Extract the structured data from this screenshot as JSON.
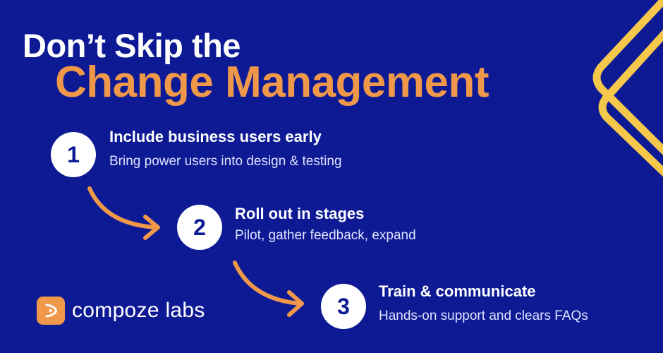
{
  "headline": {
    "line1": "Don’t Skip the",
    "line2": "Change Management"
  },
  "steps": [
    {
      "number": "1",
      "title": "Include business users early",
      "description": "Bring power users into design & testing"
    },
    {
      "number": "2",
      "title": "Roll out in stages",
      "description": "Pilot, gather feedback, expand"
    },
    {
      "number": "3",
      "title": "Train & communicate",
      "description": "Hands-on support and clears FAQs"
    }
  ],
  "brand": {
    "name": "compoze labs",
    "icon": "play-logo-icon"
  },
  "colors": {
    "background": "#0d1a94",
    "accent_orange": "#f0984a",
    "accent_yellow": "#f5c84c",
    "text_white": "#ffffff"
  }
}
